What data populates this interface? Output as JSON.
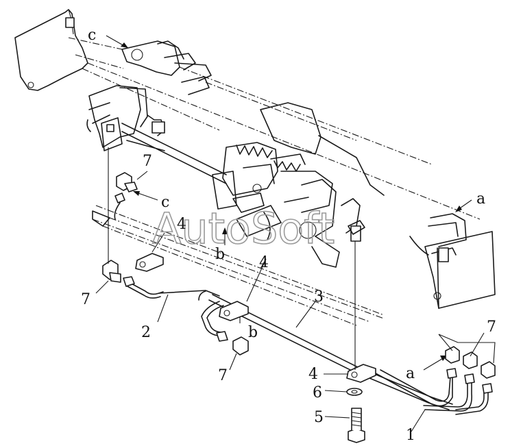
{
  "watermark": "AutoSoft",
  "callouts": {
    "c_top": "c",
    "c_mid": "c",
    "a_right": "a",
    "a_bottom": "a",
    "b_top": "b",
    "b_mid": "b",
    "n4_upper": "4",
    "n4_mid": "4",
    "n4_lower": "4",
    "n7_upper": "7",
    "n7_left": "7",
    "n7_lower": "7",
    "n7_right": "7",
    "n2": "2",
    "n3": "3",
    "n6": "6",
    "n5": "5",
    "n1": "1"
  }
}
